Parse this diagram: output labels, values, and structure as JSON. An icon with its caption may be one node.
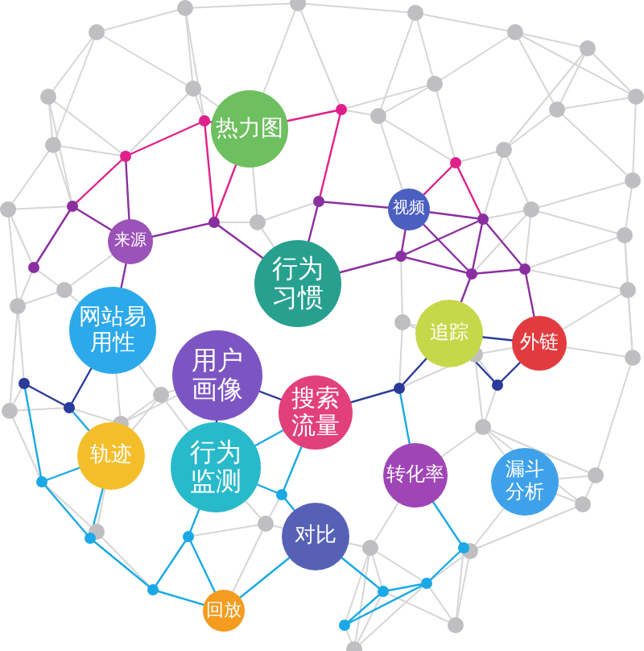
{
  "diagram": {
    "nodes": [
      {
        "text": [
          "热力图"
        ]
      },
      {
        "text": [
          "视频"
        ]
      },
      {
        "text": [
          "来源"
        ]
      },
      {
        "text": [
          "行为习惯"
        ]
      },
      {
        "text": [
          "网站易用性"
        ]
      },
      {
        "text": [
          "追踪"
        ]
      },
      {
        "text": [
          "外链"
        ]
      },
      {
        "text": [
          "用户画像"
        ]
      },
      {
        "text": [
          "搜索流量"
        ]
      },
      {
        "text": [
          "轨迹"
        ]
      },
      {
        "text": [
          "行为监测"
        ]
      },
      {
        "text": [
          "转化率"
        ]
      },
      {
        "text": [
          "漏斗分析"
        ]
      },
      {
        "text": [
          "对比"
        ]
      },
      {
        "text": [
          "回放"
        ]
      }
    ]
  }
}
